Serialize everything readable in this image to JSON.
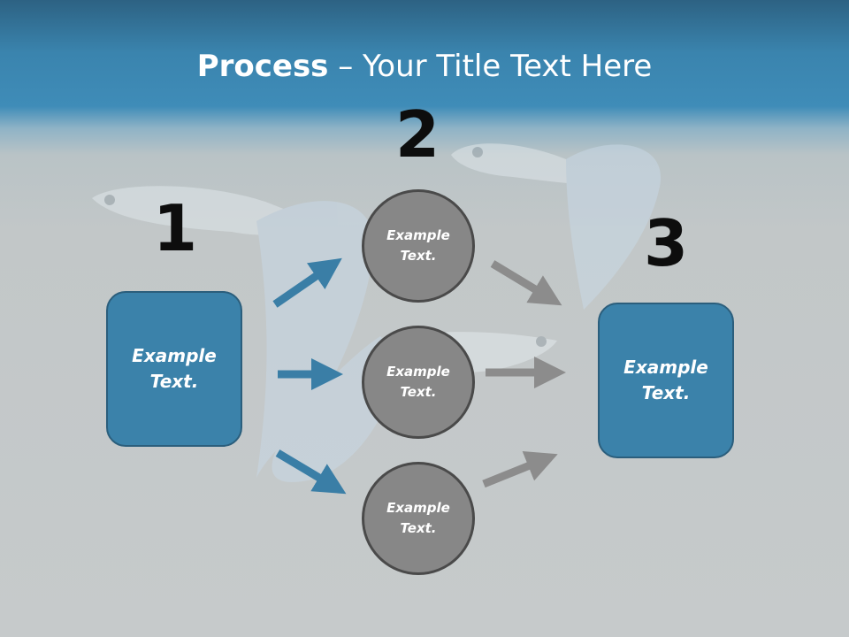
{
  "title": {
    "bold": "Process",
    "rest": " – Your Title Text Here"
  },
  "steps": [
    {
      "number": "1",
      "text": "Example Text."
    },
    {
      "number": "2"
    },
    {
      "number": "3",
      "text": "Example Text."
    }
  ],
  "circles": [
    {
      "text": "Example Text."
    },
    {
      "text": "Example Text."
    },
    {
      "text": "Example Text."
    }
  ],
  "colors": {
    "box": "#3b82aa",
    "circle": "#878787",
    "blue_arrow": "#3a7ea6",
    "gray_arrow": "#8c8c8c",
    "header": "#3a84ae"
  },
  "background_image": "guppy-fish"
}
